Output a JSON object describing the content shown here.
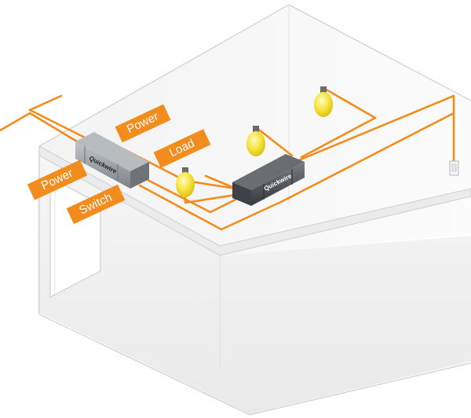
{
  "labels": {
    "power_top": "Power",
    "load": "Load",
    "power_left": "Power",
    "switch": "Switch"
  },
  "device_brand": "Quickwire",
  "colors": {
    "wire": "#f28c1c",
    "label_bg": "#f28c1c",
    "label_text": "#ffffff",
    "room_edge": "#cfcfcf",
    "bulb": "#f6e23a",
    "connector_light": "#8e9296",
    "connector_dark": "#4a4d52"
  }
}
